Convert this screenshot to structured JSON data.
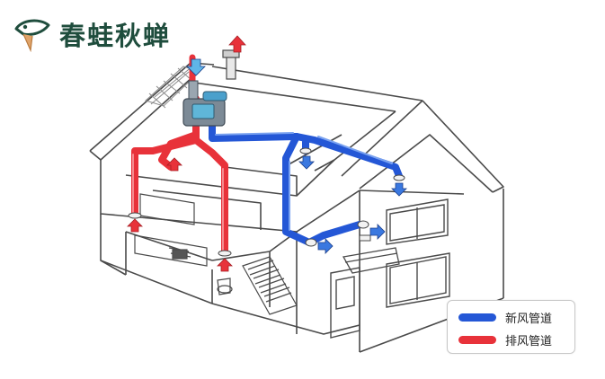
{
  "brand": {
    "name": "春蛙秋蝉",
    "logo_icon": "frog-leaf-icon"
  },
  "legend": {
    "fresh": {
      "label": "新风管道",
      "color": "#2457d6"
    },
    "exhaust": {
      "label": "排风管道",
      "color": "#e8323a"
    }
  },
  "colors": {
    "house_line": "#4a4a4a",
    "roof_tile": "#8a8a8a"
  }
}
